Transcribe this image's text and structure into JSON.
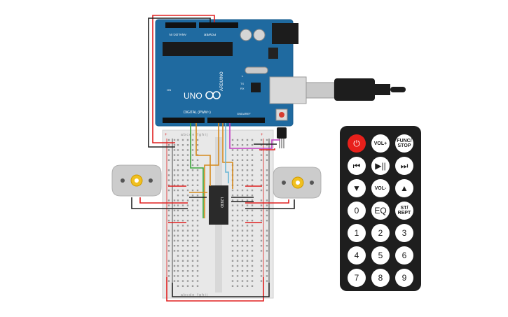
{
  "colors": {
    "arduino_board": "#1f6aa0",
    "breadboard": "#e8e8e8",
    "wire_red": "#e02020",
    "wire_black": "#222222",
    "wire_green": "#3aa53a",
    "wire_orange": "#d68a1e",
    "wire_magenta": "#c23cc2",
    "wire_cyan": "#6ab7d6",
    "remote_body": "#1e1e1e",
    "power_button": "#e8201b"
  },
  "arduino": {
    "brand": "ARDUINO",
    "model": "UNO",
    "header_digital": "DIGITAL (PWM~)",
    "header_analog": "ANALOG IN",
    "header_power": "POWER",
    "tx_label": "TX",
    "rx_label": "RX",
    "l_label": "L",
    "on_label": "ON",
    "aref_label": "AREF",
    "gnd_label": "GND"
  },
  "chip": {
    "label": "L293D"
  },
  "breadboard": {
    "columns_top": "a b c d e   f g h i j",
    "columns_bottom": "a b c d e   f g h i j",
    "plus": "+",
    "minus": "−"
  },
  "remote": {
    "buttons": [
      {
        "id": "power",
        "label": "⏻"
      },
      {
        "id": "vol_up",
        "label": "VOL+"
      },
      {
        "id": "func_stop",
        "label": "FUNC/\nSTOP"
      },
      {
        "id": "prev",
        "label": "⏮"
      },
      {
        "id": "play_pause",
        "label": "▶||"
      },
      {
        "id": "next",
        "label": "⏭"
      },
      {
        "id": "down",
        "label": "▼"
      },
      {
        "id": "vol_down",
        "label": "VOL-"
      },
      {
        "id": "up",
        "label": "▲"
      },
      {
        "id": "zero",
        "label": "0"
      },
      {
        "id": "eq",
        "label": "EQ"
      },
      {
        "id": "st_rept",
        "label": "ST/\nREPT"
      },
      {
        "id": "one",
        "label": "1"
      },
      {
        "id": "two",
        "label": "2"
      },
      {
        "id": "three",
        "label": "3"
      },
      {
        "id": "four",
        "label": "4"
      },
      {
        "id": "five",
        "label": "5"
      },
      {
        "id": "six",
        "label": "6"
      },
      {
        "id": "seven",
        "label": "7"
      },
      {
        "id": "eight",
        "label": "8"
      },
      {
        "id": "nine",
        "label": "9"
      }
    ]
  }
}
